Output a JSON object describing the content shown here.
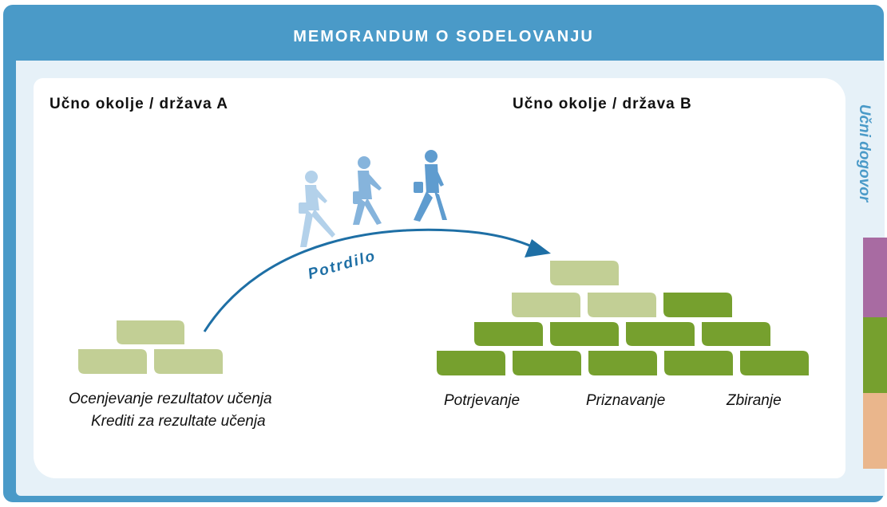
{
  "title": "MEMORANDUM O SODELOVANJU",
  "side_label": "Učni dogovor",
  "left": {
    "heading": "Učno okolje / država A",
    "captions": [
      "Ocenjevanje rezultatov učenja",
      "Krediti za rezultate učenja"
    ]
  },
  "right": {
    "heading": "Učno okolje / država B",
    "captions": [
      "Potrjevanje",
      "Priznavanje",
      "Zbiranje"
    ]
  },
  "arrow_label": "Potrdilo",
  "colors": {
    "frame_blue": "#4a9ac8",
    "arrow_blue": "#1e6fa5",
    "brick_light": "#c2cf95",
    "brick_dark": "#76a02e",
    "tab_purple": "#a86ba2",
    "tab_green": "#76a02e",
    "tab_peach": "#eab68c",
    "walker_colors": [
      "#b3d1ea",
      "#86b4dc",
      "#5f9ccf"
    ]
  },
  "icons": [
    "walking-person-icon",
    "arrow-head-icon"
  ]
}
